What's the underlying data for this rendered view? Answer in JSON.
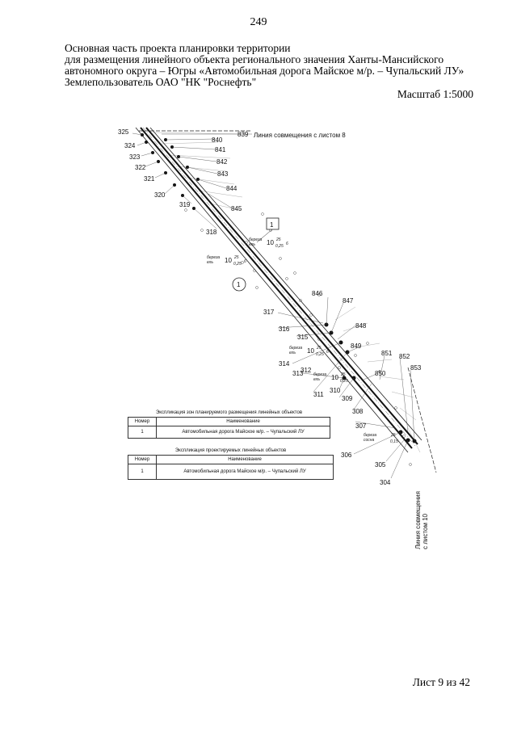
{
  "page_number": "249",
  "header": {
    "line1": "Основная часть проекта планировки территории",
    "line2": "для размещения линейного объекта регионального значения Ханты-Мансийского",
    "line3": "автономного округа – Югры  «Автомобильная дорога Майское м/р. – Чупальский ЛУ»",
    "line4": "Землепользователь ОАО \"НК \"Роснефть\""
  },
  "scale": "Масштаб 1:5000",
  "map": {
    "match_line_top": "Линия совмещения с листом 8",
    "match_line_bottom_1": "Линия совмещения",
    "match_line_bottom_2": "с листом 10",
    "zone_marker": "1",
    "road_marker": "1",
    "left_points": [
      "325",
      "324",
      "323",
      "322",
      "321",
      "320",
      "319",
      "318",
      "317",
      "316",
      "315",
      "314",
      "313",
      "312",
      "311",
      "310",
      "309",
      "308",
      "307",
      "306",
      "305",
      "304"
    ],
    "right_points": [
      "839",
      "840",
      "841",
      "842",
      "843",
      "844",
      "845",
      "846",
      "847",
      "848",
      "849",
      "850",
      "851",
      "852",
      "853"
    ],
    "tree_label_1": "береза",
    "tree_label_2": "ель",
    "tree_label_3": "сосна",
    "tree_formula_a": "10",
    "tree_formula_b": "25",
    "tree_formula_c": "0,25",
    "tree_formula_d": "6",
    "tree_formula_e": "0,15"
  },
  "legend_zones": {
    "title": "Экспликация зон планируемого размещения линейных объектов",
    "col_num": "Номер",
    "col_name": "Наименование",
    "row_num": "1",
    "row_name": "Автомобильная дорога Майское м/р. – Чупальский ЛУ"
  },
  "legend_objects": {
    "title": "Экспликация проектируемых линейных объектов",
    "col_num": "Номер",
    "col_name": "Наименование",
    "row_num": "1",
    "row_name": "Автомобильная дорога Майское м/р. – Чупальский ЛУ"
  },
  "footer": "Лист 9 из 42"
}
